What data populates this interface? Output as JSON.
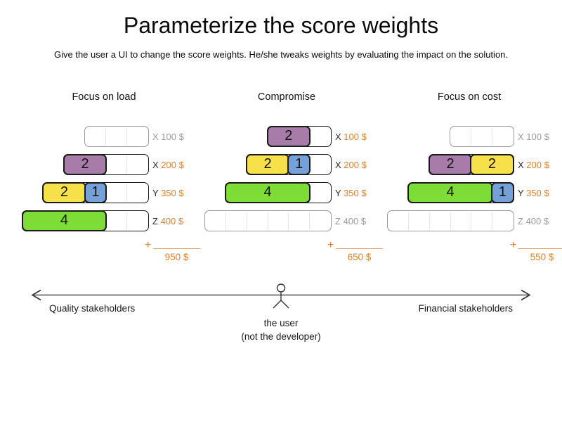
{
  "title": "Parameterize the score weights",
  "subtitle": "Give the user a UI to change the score weights. He/she tweaks weights by evaluating the impact on the solution.",
  "colors": {
    "purple": "#a87ca8",
    "yellow": "#f7e14b",
    "blue": "#74a1d8",
    "green": "#7ddc35",
    "orange": "#e0812a",
    "gray_label": "#9a9a9a",
    "axis_line": "#7f7f7f"
  },
  "plus_sign": "+",
  "columns": [
    {
      "title": "Focus on load",
      "rows": [
        {
          "label": "X",
          "price": "100 $",
          "cells": 3,
          "blocks": []
        },
        {
          "label": "X",
          "price": "200 $",
          "cells": 4,
          "blocks": [
            {
              "value": "2",
              "span": 2,
              "color": "purple"
            }
          ]
        },
        {
          "label": "Y",
          "price": "350 $",
          "cells": 5,
          "blocks": [
            {
              "value": "2",
              "span": 2,
              "color": "yellow"
            },
            {
              "value": "1",
              "span": 1,
              "color": "blue"
            }
          ]
        },
        {
          "label": "Z",
          "price": "400 $",
          "cells": 6,
          "blocks": [
            {
              "value": "4",
              "span": 4,
              "color": "green"
            }
          ]
        }
      ],
      "total": "950 $"
    },
    {
      "title": "Compromise",
      "rows": [
        {
          "label": "X",
          "price": "100 $",
          "cells": 3,
          "blocks": [
            {
              "value": "2",
              "span": 2,
              "color": "purple"
            }
          ]
        },
        {
          "label": "X",
          "price": "200 $",
          "cells": 4,
          "blocks": [
            {
              "value": "2",
              "span": 2,
              "color": "yellow"
            },
            {
              "value": "1",
              "span": 1,
              "color": "blue"
            }
          ]
        },
        {
          "label": "Y",
          "price": "350 $",
          "cells": 5,
          "blocks": [
            {
              "value": "4",
              "span": 4,
              "color": "green"
            }
          ]
        },
        {
          "label": "Z",
          "price": "400 $",
          "cells": 6,
          "blocks": []
        }
      ],
      "total": "650 $"
    },
    {
      "title": "Focus on cost",
      "rows": [
        {
          "label": "X",
          "price": "100 $",
          "cells": 3,
          "blocks": []
        },
        {
          "label": "X",
          "price": "200 $",
          "cells": 4,
          "blocks": [
            {
              "value": "2",
              "span": 2,
              "color": "purple"
            },
            {
              "value": "2",
              "span": 2,
              "color": "yellow"
            }
          ]
        },
        {
          "label": "Y",
          "price": "350 $",
          "cells": 5,
          "blocks": [
            {
              "value": "4",
              "span": 4,
              "color": "green"
            },
            {
              "value": "1",
              "span": 1,
              "color": "blue"
            }
          ]
        },
        {
          "label": "Z",
          "price": "400 $",
          "cells": 6,
          "blocks": []
        }
      ],
      "total": "550 $"
    }
  ],
  "axis": {
    "left_label": "Quality stakeholders",
    "right_label": "Financial stakeholders",
    "center_label_line1": "the user",
    "center_label_line2": "(not the developer)"
  }
}
